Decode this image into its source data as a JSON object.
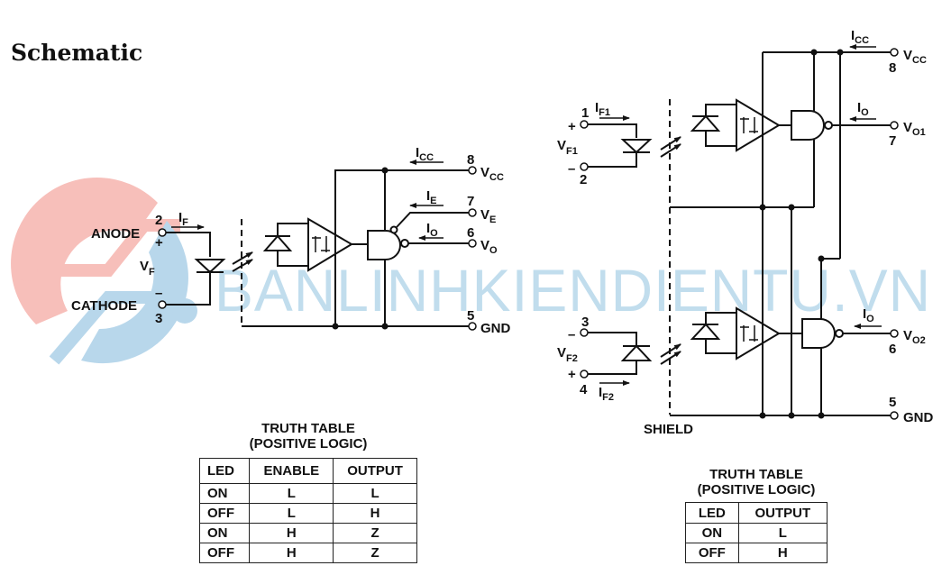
{
  "title": "Schematic",
  "watermark": "BANLINHKIENDIENTU.VN",
  "single_channel": {
    "pins": {
      "anode": {
        "name": "ANODE",
        "number": "2",
        "polarity": "+"
      },
      "cathode": {
        "name": "CATHODE",
        "number": "3",
        "polarity": "–"
      },
      "vcc": {
        "name": "V",
        "sub": "CC",
        "number": "8"
      },
      "ve": {
        "name": "V",
        "sub": "E",
        "number": "7"
      },
      "vo": {
        "name": "V",
        "sub": "O",
        "number": "6"
      },
      "gnd": {
        "name": "GND",
        "number": "5"
      }
    },
    "currents": {
      "if": {
        "name": "I",
        "sub": "F"
      },
      "icc": {
        "name": "I",
        "sub": "CC"
      },
      "ie": {
        "name": "I",
        "sub": "E"
      },
      "io": {
        "name": "I",
        "sub": "O"
      }
    },
    "vf": {
      "name": "V",
      "sub": "F"
    },
    "truth_table": {
      "title_line1": "TRUTH TABLE",
      "title_line2": "(POSITIVE LOGIC)",
      "headers": [
        "LED",
        "ENABLE",
        "OUTPUT"
      ],
      "rows": [
        [
          "ON",
          "L",
          "L"
        ],
        [
          "OFF",
          "L",
          "H"
        ],
        [
          "ON",
          "H",
          "Z"
        ],
        [
          "OFF",
          "H",
          "Z"
        ]
      ]
    }
  },
  "dual_channel": {
    "pins": {
      "p1": {
        "number": "1",
        "polarity": "+"
      },
      "p2": {
        "number": "2",
        "polarity": "–"
      },
      "p3": {
        "number": "3",
        "polarity": "–"
      },
      "p4": {
        "number": "4",
        "polarity": "+"
      },
      "vcc": {
        "name": "V",
        "sub": "CC",
        "number": "8"
      },
      "vo1": {
        "name": "V",
        "sub": "O1",
        "number": "7"
      },
      "vo2": {
        "name": "V",
        "sub": "O2",
        "number": "6"
      },
      "gnd": {
        "name": "GND",
        "number": "5"
      }
    },
    "currents": {
      "if1": {
        "name": "I",
        "sub": "F1"
      },
      "if2": {
        "name": "I",
        "sub": "F2"
      },
      "icc": {
        "name": "I",
        "sub": "CC"
      },
      "io1": {
        "name": "I",
        "sub": "O"
      },
      "io2": {
        "name": "I",
        "sub": "O"
      }
    },
    "vf1": {
      "name": "V",
      "sub": "F1"
    },
    "vf2": {
      "name": "V",
      "sub": "F2"
    },
    "shield_label": "SHIELD",
    "truth_table": {
      "title_line1": "TRUTH TABLE",
      "title_line2": "(POSITIVE LOGIC)",
      "headers": [
        "LED",
        "OUTPUT"
      ],
      "rows": [
        [
          "ON",
          "L"
        ],
        [
          "OFF",
          "H"
        ]
      ]
    }
  }
}
